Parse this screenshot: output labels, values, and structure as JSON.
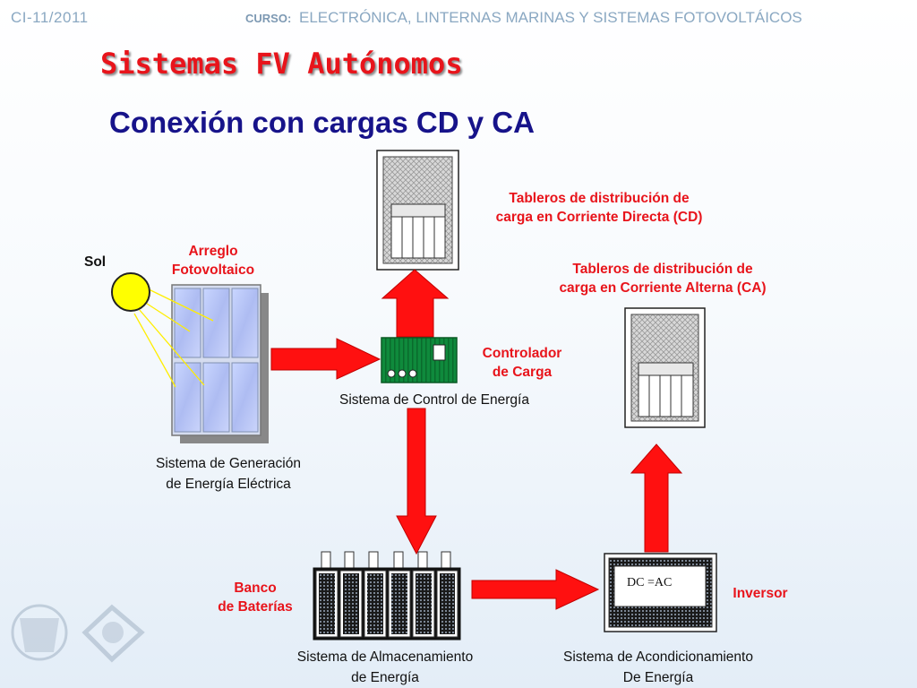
{
  "header": {
    "code": "CI-11/2011",
    "course_label": "CURSO:",
    "course_title": "ELECTRÓNICA, LINTERNAS MARINAS  Y SISTEMAS FOTOVOLTÁICOS"
  },
  "title": "Sistemas FV Autónomos",
  "subtitle": "Conexión con cargas CD y CA",
  "labels": {
    "sun": "Sol",
    "pv_array": [
      "Arreglo",
      "Fotovoltaico"
    ],
    "dc_board": [
      "Tableros de distribución de",
      "carga en Corriente Directa (CD)"
    ],
    "ac_board": [
      "Tableros de distribución de",
      "carga en Corriente Alterna (CA)"
    ],
    "controller": [
      "Controlador",
      "de Carga"
    ],
    "control_system": "Sistema de Control de Energía",
    "generation_system": [
      "Sistema de Generación",
      "de Energía Eléctrica"
    ],
    "battery_bank": [
      "Banco",
      "de Baterías"
    ],
    "inverter": "Inversor",
    "inverter_display": "DC =AC",
    "storage_system": [
      "Sistema de Almacenamiento",
      "de Energía"
    ],
    "conditioning_system": [
      "Sistema de Acondicionamiento",
      "De Energía"
    ]
  },
  "colors": {
    "title_red": "#e8141b",
    "subtitle_blue": "#17138a",
    "arrow_red": "#ff1010",
    "sun_yellow": "#ffff00",
    "controller_green": "#0f8a3c"
  }
}
